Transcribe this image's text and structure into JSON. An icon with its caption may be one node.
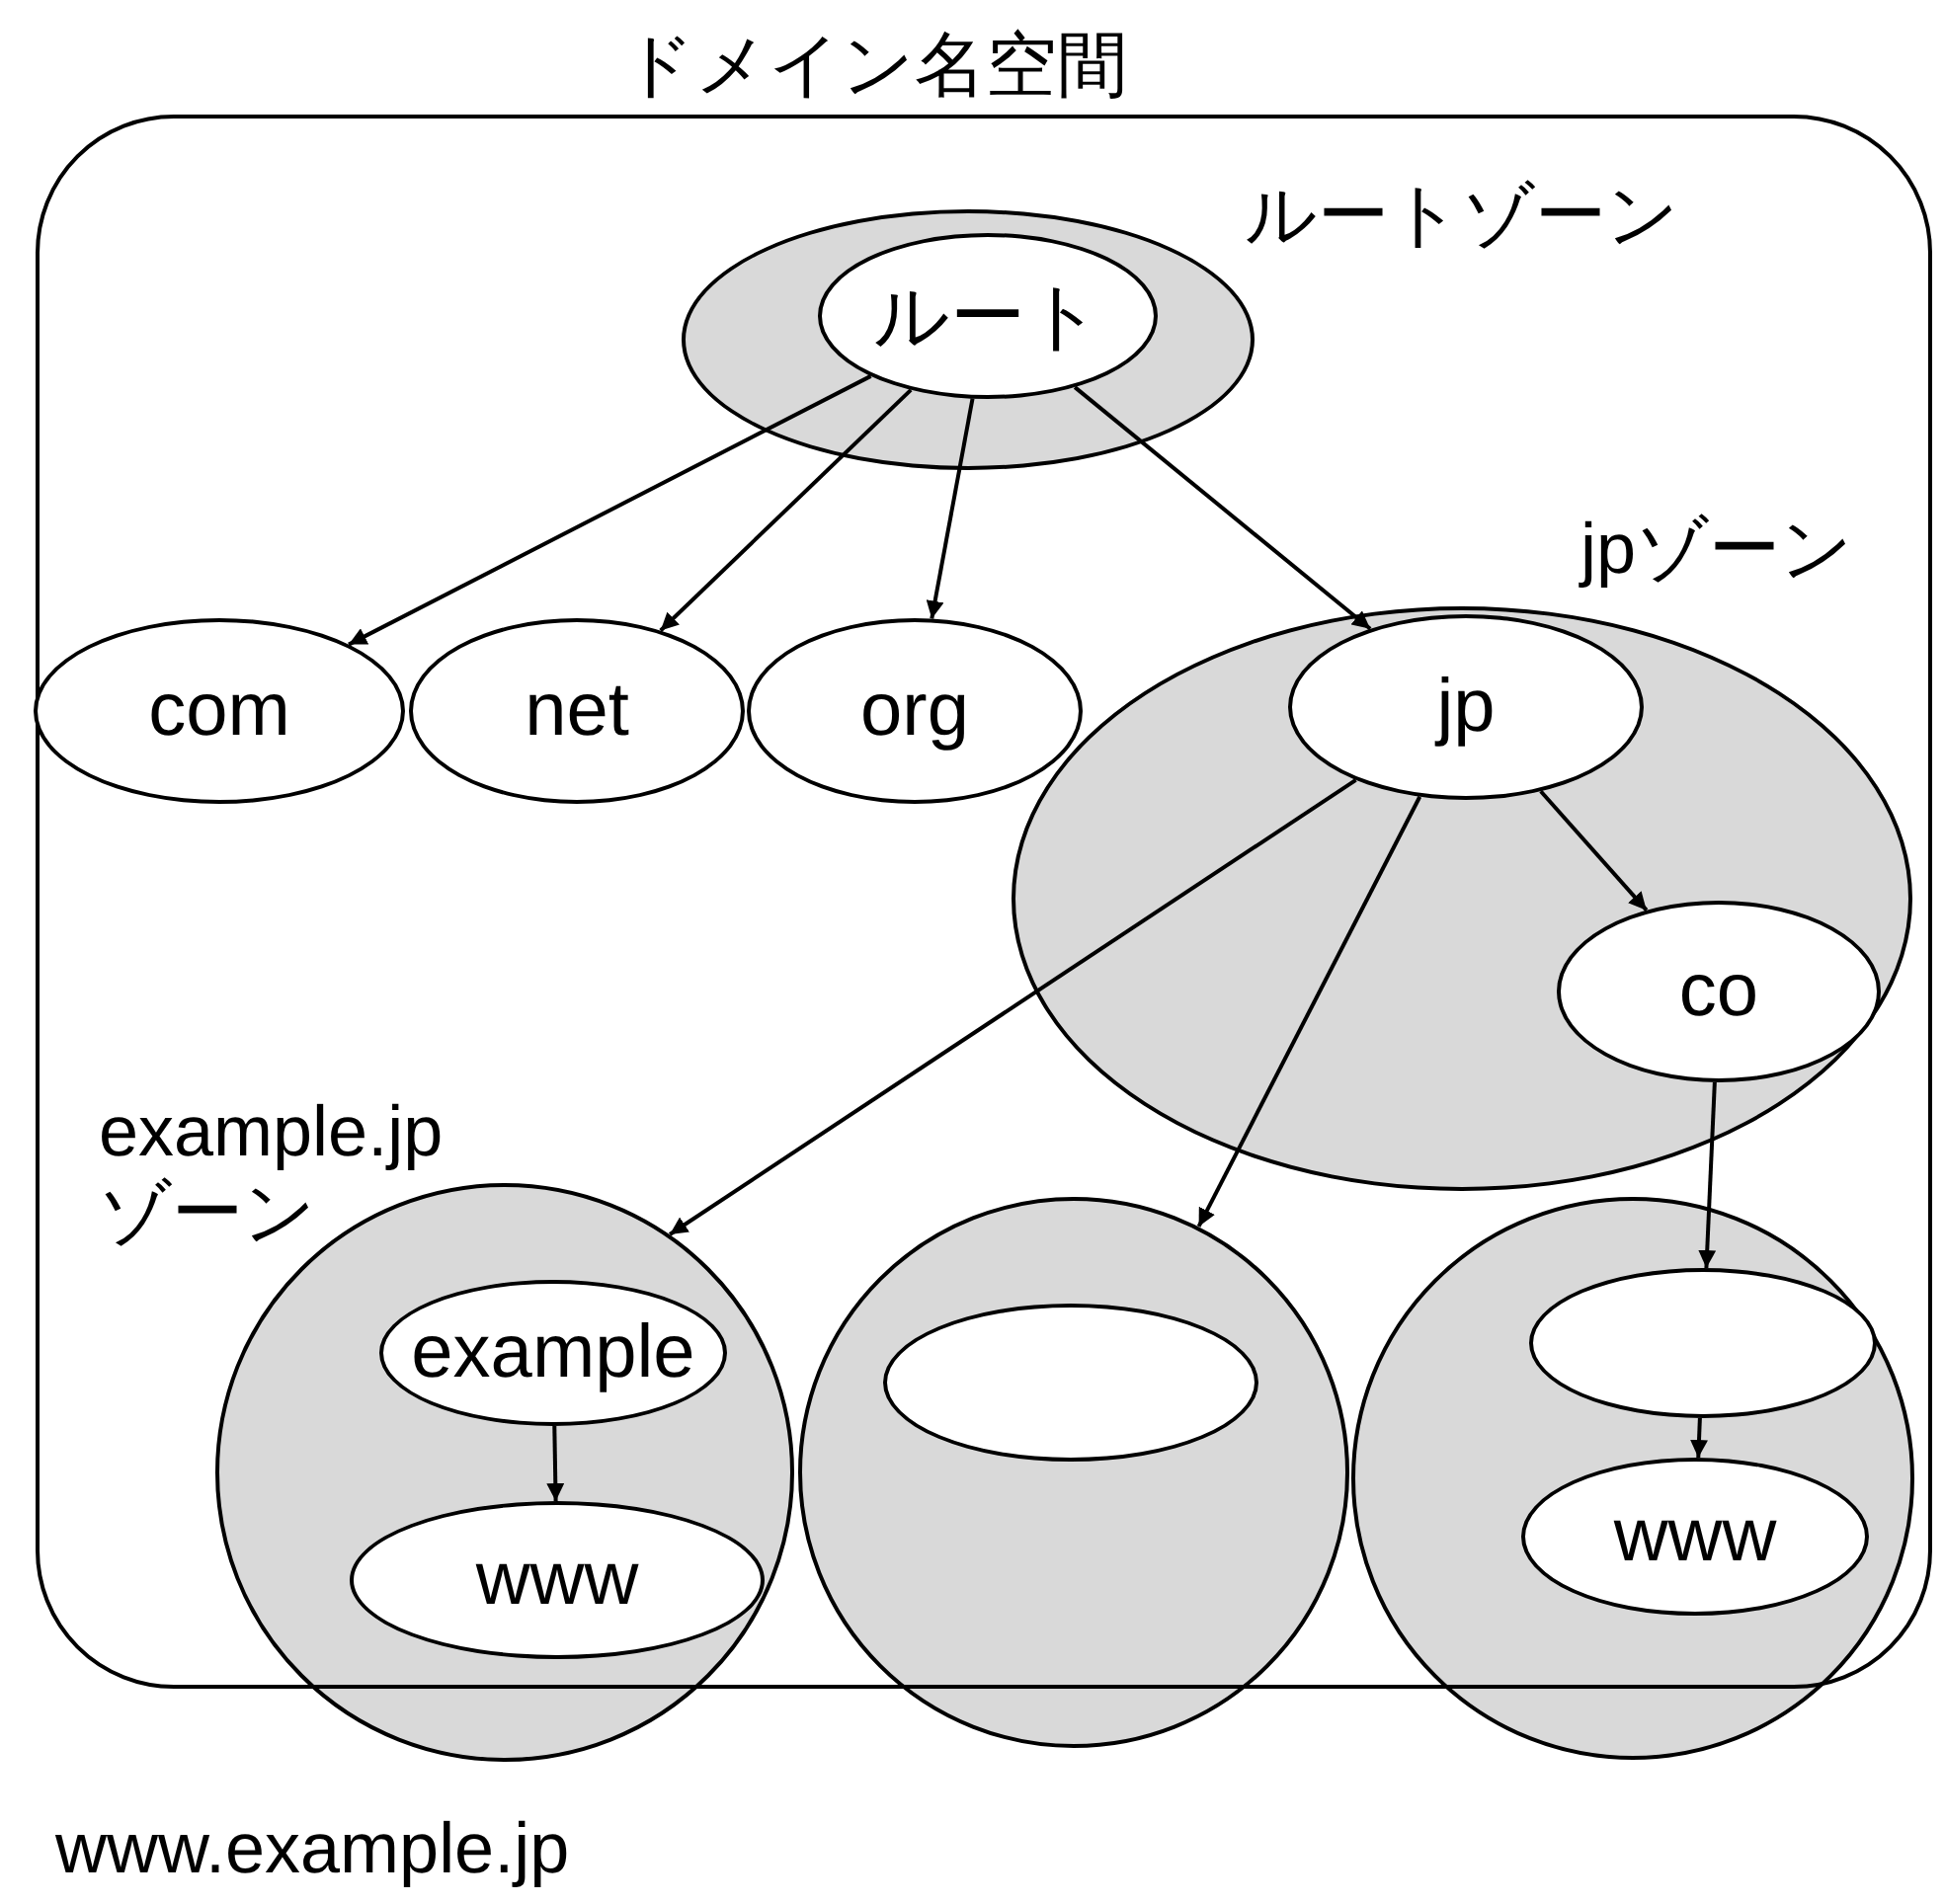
{
  "diagram": {
    "nodes": [
      {
        "text": [
          "ドメイン名空間"
        ]
      },
      {
        "text": [
          "ルートゾーン"
        ],
        "in": 0
      },
      {
        "text": [
          "ルート"
        ],
        "in": 1
      },
      {
        "text": [
          "com"
        ],
        "in": 0
      },
      {
        "text": [
          "net"
        ],
        "in": 0
      },
      {
        "text": [
          "org"
        ],
        "in": 0
      },
      {
        "text": [
          "jpゾーン"
        ],
        "in": 0
      },
      {
        "text": [
          "jp"
        ],
        "in": 6
      },
      {
        "text": [
          "co"
        ],
        "in": 6
      },
      {
        "text": [],
        "shape": "circle",
        "beside": [
          "www.example.jp"
        ]
      },
      {
        "text": [
          "example"
        ],
        "in": 9
      },
      {
        "text": [
          "www"
        ],
        "in": 9
      },
      {
        "text": [],
        "shape": "circle"
      },
      {
        "text": [],
        "shape": "ellipse",
        "in": 12
      },
      {
        "text": [],
        "shape": "circle"
      },
      {
        "text": [],
        "shape": "ellipse",
        "in": 14
      },
      {
        "text": [
          "www"
        ],
        "in": 14
      }
    ],
    "edges": [
      {
        "from": 2,
        "to": 3,
        "arrow": "to"
      },
      {
        "from": 2,
        "to": 4,
        "arrow": "to"
      },
      {
        "from": 2,
        "to": 5,
        "arrow": "to"
      },
      {
        "from": 2,
        "to": 7,
        "arrow": "to"
      },
      {
        "from": 7,
        "to": 9,
        "arrow": "to"
      },
      {
        "from": 7,
        "to": 12,
        "arrow": "to"
      },
      {
        "from": 7,
        "to": 8,
        "arrow": "to"
      },
      {
        "from": 8,
        "to": 15,
        "arrow": "to"
      },
      {
        "from": 10,
        "to": 11,
        "arrow": "to"
      },
      {
        "from": 15,
        "to": 16,
        "arrow": "to"
      }
    ],
    "labels": [
      "example.jp ゾーン"
    ]
  }
}
